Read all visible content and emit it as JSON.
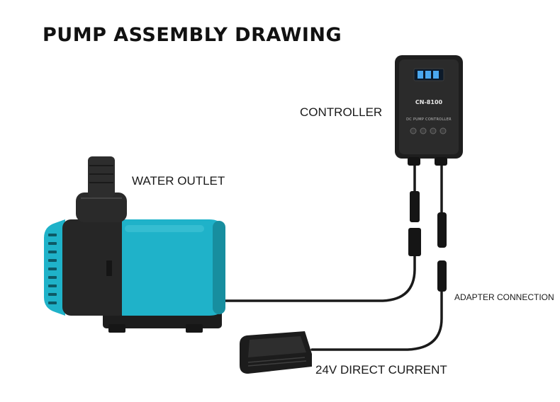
{
  "title": "PUMP ASSEMBLY DRAWING",
  "labels": {
    "controller": "CONTROLLER",
    "water_outlet": "WATER OUTLET",
    "adapter_connection": "ADAPTER CONNECTION",
    "power": "24V DIRECT CURRENT"
  },
  "controller_device": {
    "model": "CN-8100",
    "subtitle": "DC PUMP CONTROLLER"
  },
  "colors": {
    "pump_body": "#1fb2c9",
    "pump_dark": "#2a2a2a",
    "controller": "#1e1e1e",
    "display": "#4aa8f0",
    "cable": "#1a1a1a"
  }
}
